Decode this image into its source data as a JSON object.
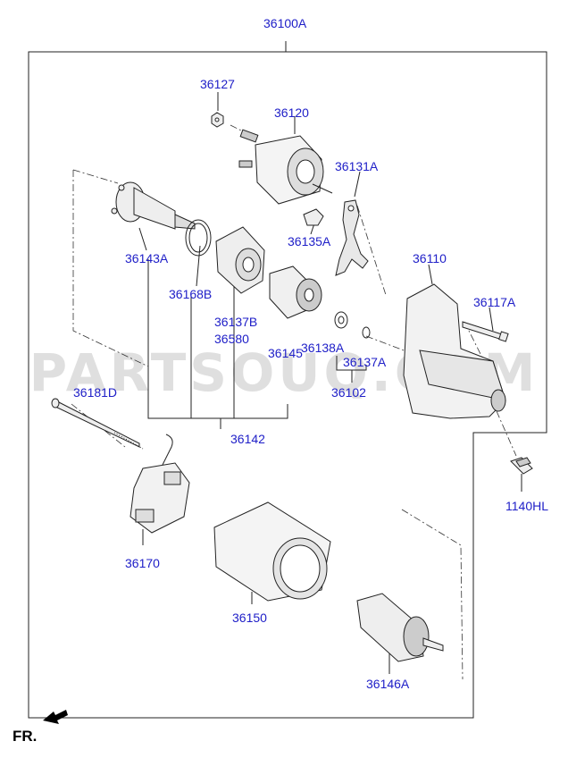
{
  "diagram": {
    "watermark": "PARTSOUQ.COM",
    "front_indicator": "FR.",
    "parts": {
      "assembly": "36100A",
      "nut": "36127",
      "solenoid": "36120",
      "lever": "36131A",
      "plunger": "36135A",
      "shaft": "36143A",
      "housing": "36110",
      "bolt_small": "36117A",
      "washer": "36168B",
      "gear_housing": "36137B",
      "gear_set": "36580",
      "pinion": "36145",
      "washer_small": "36138A",
      "ring": "36137A",
      "kit_small": "36102",
      "kit_gear": "36142",
      "through_bolt": "36181D",
      "bolt_flange": "1140HL",
      "brush_holder": "36170",
      "yoke": "36150",
      "armature": "36146A"
    }
  }
}
